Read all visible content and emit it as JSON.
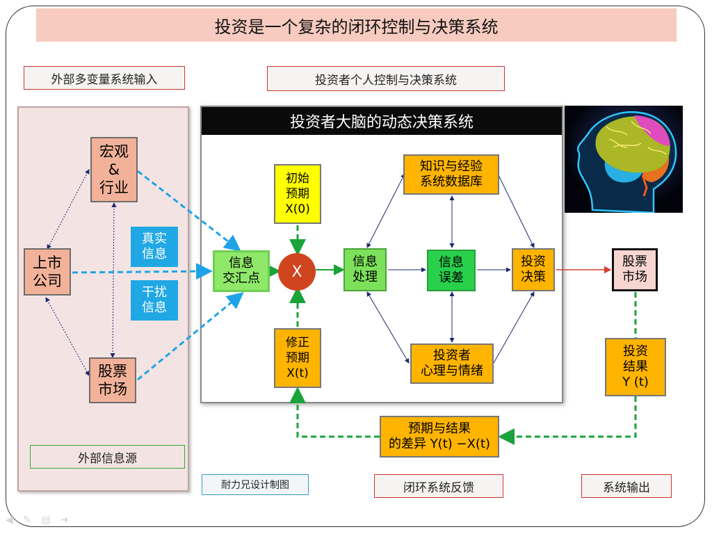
{
  "title": "投资是一个复杂的闭环控制与决策系统",
  "labels": {
    "external_input": "外部多变量系统输入",
    "personal_system": "投资者个人控制与决策系统",
    "brain_system": "投资者大脑的动态决策系统",
    "external_source": "外部信息源",
    "credit": "耐力兄设计制图",
    "feedback": "闭环系统反馈",
    "output": "系统输出"
  },
  "nodes": {
    "macro": "宏观\n&\n行业",
    "listed_company": "上市\n公司",
    "stock_market_left": "股票\n市场",
    "true_info": "真实\n信息",
    "noise_info": "干扰\n信息",
    "info_hub": "信息\n交汇点",
    "initial_expect": "初始\n预期\nX(0)",
    "revised_expect": "修正\n预期\nX(t)",
    "x_node": "X",
    "info_process": "信息\n处理",
    "knowledge_db": "知识与经验\n系统数据库",
    "info_error": "信息\n误差",
    "investor_psych": "投资者\n心理与情绪",
    "invest_decision": "投资\n决策",
    "stock_market_right": "股票\n市场",
    "invest_result": "投资\n结果\nY (t)",
    "diff": "预期与结果\n的差异 Y(t) −X(t)"
  },
  "colors": {
    "title_bg": "#f7cbbf",
    "salmon": "#f2b299",
    "yellow": "#ffff00",
    "orange": "#ffb400",
    "green": "#28d04c",
    "cyan_box": "#20a8e4",
    "dashed_blue": "#1fa3e6",
    "dashed_green": "#1aa33a",
    "x_circle": "#d0441d"
  }
}
